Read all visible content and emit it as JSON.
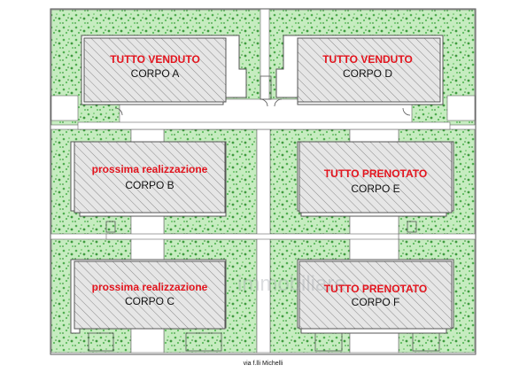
{
  "buildings": [
    {
      "id": "A",
      "status": "TUTTO VENDUTO",
      "name": "CORPO A"
    },
    {
      "id": "D",
      "status": "TUTTO VENDUTO",
      "name": "CORPO D"
    },
    {
      "id": "B",
      "status": "prossima realizzazione",
      "name": "CORPO B"
    },
    {
      "id": "E",
      "status": "TUTTO PRENOTATO",
      "name": "CORPO E"
    },
    {
      "id": "C",
      "status": "prossima realizzazione",
      "name": "CORPO C"
    },
    {
      "id": "F",
      "status": "TUTTO PRENOTATO",
      "name": "CORPO F"
    }
  ],
  "street_label": "via f.lli Michelli",
  "colors": {
    "garden": "#6fc46f",
    "status_text": "#e3141d",
    "building_fill": "#e3e3e3",
    "outline": "#555555"
  }
}
